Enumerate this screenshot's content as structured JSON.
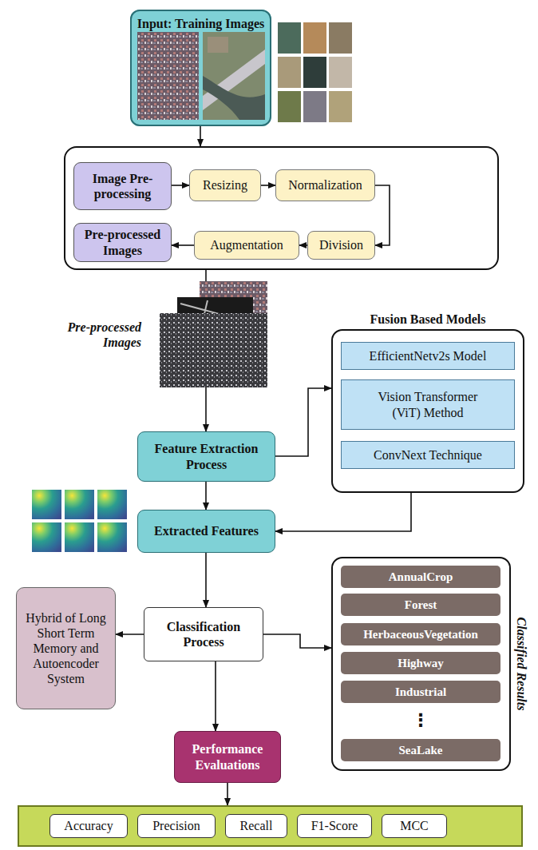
{
  "diagram": {
    "nodes": [
      {
        "text": [
          "Input: Training Images"
        ]
      },
      {
        "text": []
      },
      {
        "text": [
          "Image Pre-processing"
        ],
        "in": 1
      },
      {
        "text": [
          "Resizing"
        ],
        "in": 1
      },
      {
        "text": [
          "Normalization"
        ],
        "in": 1
      },
      {
        "text": [
          "Division"
        ],
        "in": 1
      },
      {
        "text": [
          "Augmentation"
        ],
        "in": 1
      },
      {
        "text": [
          "Pre-processed Images"
        ],
        "in": 1
      },
      {
        "text": [
          "Feature Extraction Process"
        ]
      },
      {
        "text": [
          "Fusion Based Models"
        ]
      },
      {
        "text": [
          "EfficientNetv2s Model"
        ],
        "in": 9
      },
      {
        "text": [
          "Vision Transformer (ViT) Method"
        ],
        "in": 9
      },
      {
        "text": [
          "ConvNext Technique"
        ],
        "in": 9
      },
      {
        "text": [
          "Extracted Features"
        ]
      },
      {
        "text": [
          "Hybrid of Long Short Term Memory and Autoencoder System"
        ]
      },
      {
        "text": [
          "Classification Process"
        ]
      },
      {
        "text": [
          "Classified Results"
        ]
      },
      {
        "text": [
          "AnnualCrop"
        ],
        "in": 16
      },
      {
        "text": [
          "Forest"
        ],
        "in": 16
      },
      {
        "text": [
          "HerbaceousVegetation"
        ],
        "in": 16
      },
      {
        "text": [
          "Highway"
        ],
        "in": 16
      },
      {
        "text": [
          "Industrial"
        ],
        "in": 16
      },
      {
        "text": [
          "SeaLake"
        ],
        "in": 16
      },
      {
        "text": [
          "Performance Evaluations"
        ]
      },
      {
        "text": []
      },
      {
        "text": [
          "Accuracy"
        ],
        "in": 24
      },
      {
        "text": [
          "Precision"
        ],
        "in": 24
      },
      {
        "text": [
          "Recall"
        ],
        "in": 24
      },
      {
        "text": [
          "F1-Score"
        ],
        "in": 24
      },
      {
        "text": [
          "MCC"
        ],
        "in": 24
      }
    ],
    "edges": [
      {
        "from": 0,
        "to": 1,
        "arrow": "to"
      },
      {
        "from": 2,
        "to": 3,
        "arrow": "to"
      },
      {
        "from": 3,
        "to": 4,
        "arrow": "to"
      },
      {
        "from": 4,
        "to": 5,
        "arrow": "to"
      },
      {
        "from": 5,
        "to": 6,
        "arrow": "to"
      },
      {
        "from": 6,
        "to": 7,
        "arrow": "to"
      },
      {
        "from": 1,
        "to": 8,
        "arrow": "to"
      },
      {
        "from": 8,
        "to": 9,
        "arrow": "to"
      },
      {
        "from": 9,
        "to": 13,
        "arrow": "to"
      },
      {
        "from": 8,
        "to": 13,
        "arrow": "to"
      },
      {
        "from": 13,
        "to": 15,
        "arrow": "to"
      },
      {
        "from": 15,
        "to": 14,
        "arrow": "to"
      },
      {
        "from": 15,
        "to": 16,
        "arrow": "to"
      },
      {
        "from": 15,
        "to": 23,
        "arrow": "to"
      },
      {
        "from": 23,
        "to": 24,
        "arrow": "to"
      }
    ],
    "labels": [
      "Pre-processed Images",
      "⋮"
    ]
  }
}
